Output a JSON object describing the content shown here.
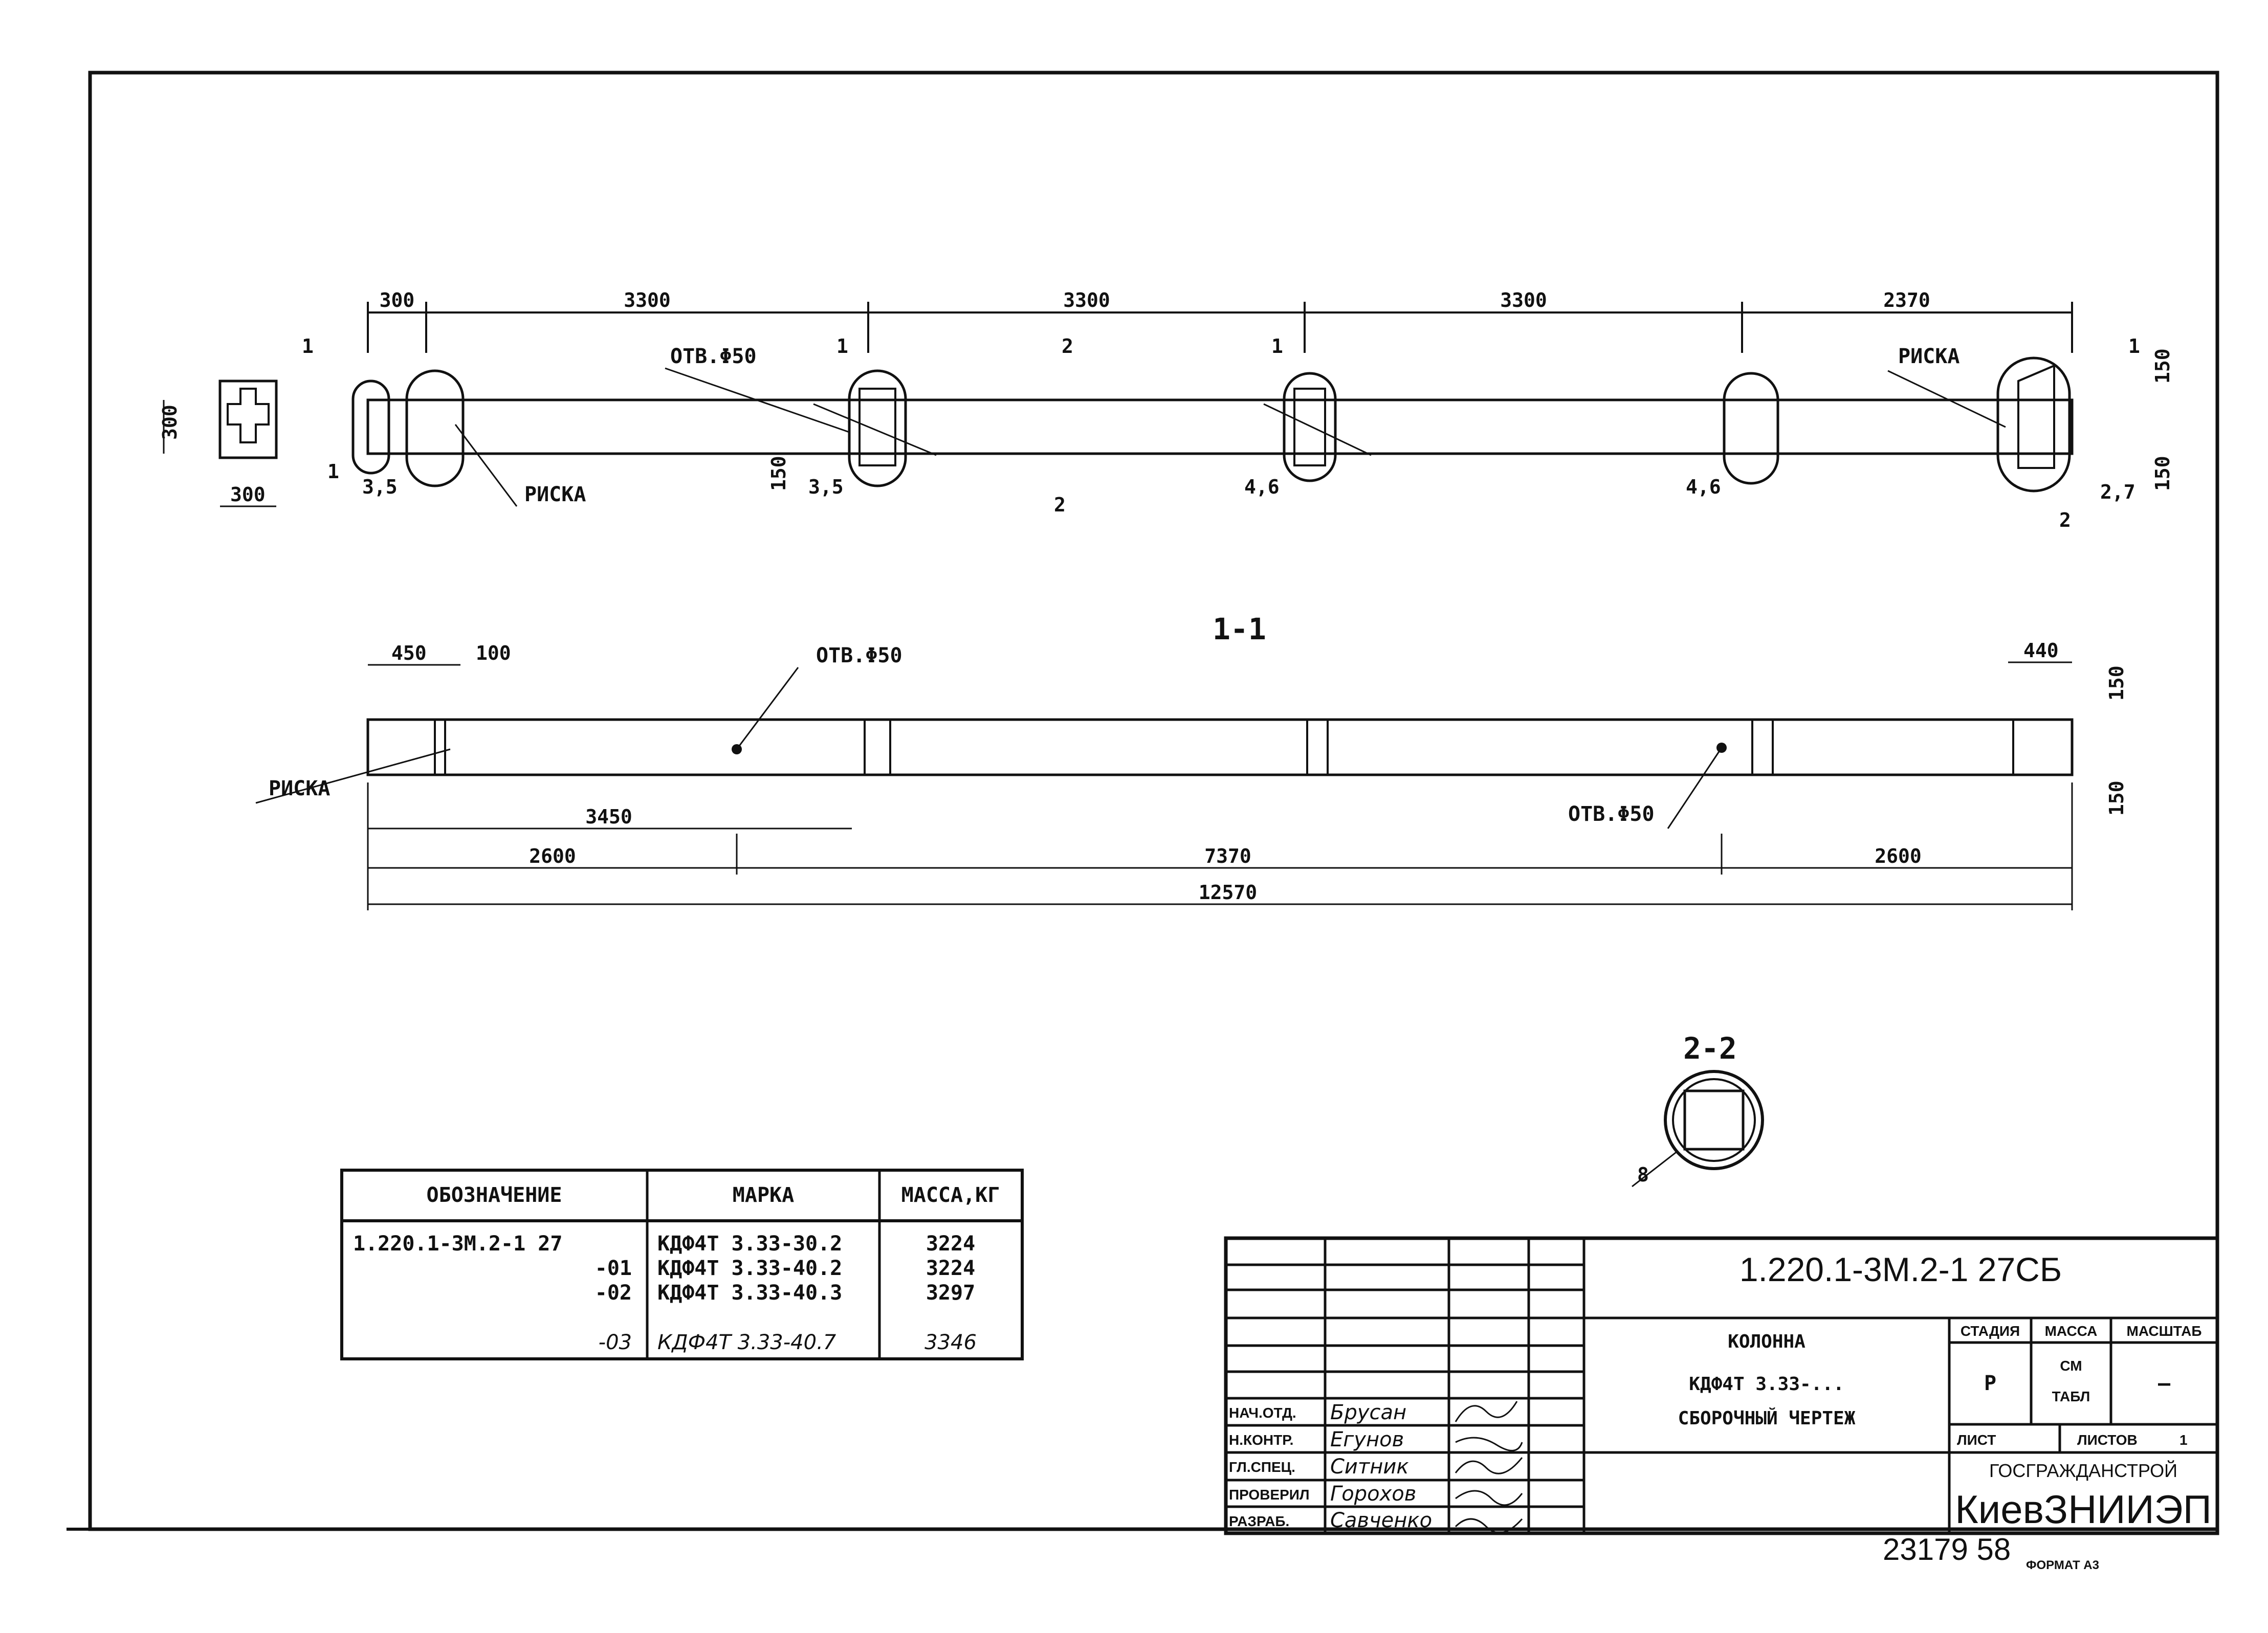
{
  "plan_view": {
    "top_dims": [
      "300",
      "3300",
      "3300",
      "3300",
      "2370"
    ],
    "section_width": "300",
    "section_height": "300",
    "hole_label": "ОТВ.Φ50",
    "risk_label": "РИСКА",
    "callouts": [
      "1",
      "1",
      "1",
      "1",
      "1",
      "2",
      "2",
      "2"
    ],
    "tags": [
      "3,5",
      "3,5",
      "4,6",
      "4,6",
      "2,7"
    ],
    "side_dims": [
      "150",
      "150",
      "150"
    ]
  },
  "section_1_1": {
    "title": "1-1",
    "dims_top": [
      "450",
      "100",
      "440"
    ],
    "hole_label_1": "ОТВ.Φ50",
    "hole_label_2": "ОТВ.Φ50",
    "risk_label": "РИСКА",
    "dim_3450": "3450",
    "dims_row": [
      "2600",
      "7370",
      "2600"
    ],
    "overall": "12570",
    "side_dims": [
      "150",
      "150"
    ]
  },
  "section_2_2": {
    "title": "2-2",
    "tag": "8"
  },
  "spec_table": {
    "headers": [
      "ОБОЗНАЧЕНИЕ",
      "МАРКА",
      "МАССА,КГ"
    ],
    "rows": [
      {
        "designation": "1.220.1-3М.2-1 27",
        "mark": "КДФ4Т 3.33-30.2",
        "mass": "3224"
      },
      {
        "designation": "-01",
        "mark": "КДФ4Т 3.33-40.2",
        "mass": "3224"
      },
      {
        "designation": "-02",
        "mark": "КДФ4Т 3.33-40.3",
        "mass": "3297"
      },
      {
        "designation": "-03",
        "mark": "КДФ4Т 3.33-40.7",
        "mass": "3346"
      }
    ]
  },
  "title_block": {
    "doc_code": "1.220.1-3М.2-1 27СБ",
    "name_lines": [
      "КОЛОННА",
      "КДФ4Т 3.33-...",
      "СБОРОЧНЫЙ ЧЕРТЕЖ"
    ],
    "stage_header": "СТАДИЯ",
    "mass_header": "МАССА",
    "scale_header": "МАСШТАБ",
    "stage": "Р",
    "mass_lines": [
      "СМ",
      "ТАБЛ"
    ],
    "scale": "—",
    "sheet_label": "ЛИСТ",
    "sheets_label": "ЛИСТОВ",
    "sheets": "1",
    "org_top": "ГОСГРАЖДАНСТРОЙ",
    "org": "КиевЗНИИЭП",
    "people": [
      {
        "role": "НАЧ.ОТД.",
        "name": "Брусан"
      },
      {
        "role": "Н.КОНТР.",
        "name": "Егунов"
      },
      {
        "role": "ГЛ.СПЕЦ.",
        "name": "Ситник"
      },
      {
        "role": "ПРОВЕРИЛ",
        "name": "Горохов"
      },
      {
        "role": "РАЗРАБ.",
        "name": "Савченко"
      }
    ]
  },
  "footer": {
    "number": "23179 58",
    "format": "ФОРМАТ А3"
  }
}
